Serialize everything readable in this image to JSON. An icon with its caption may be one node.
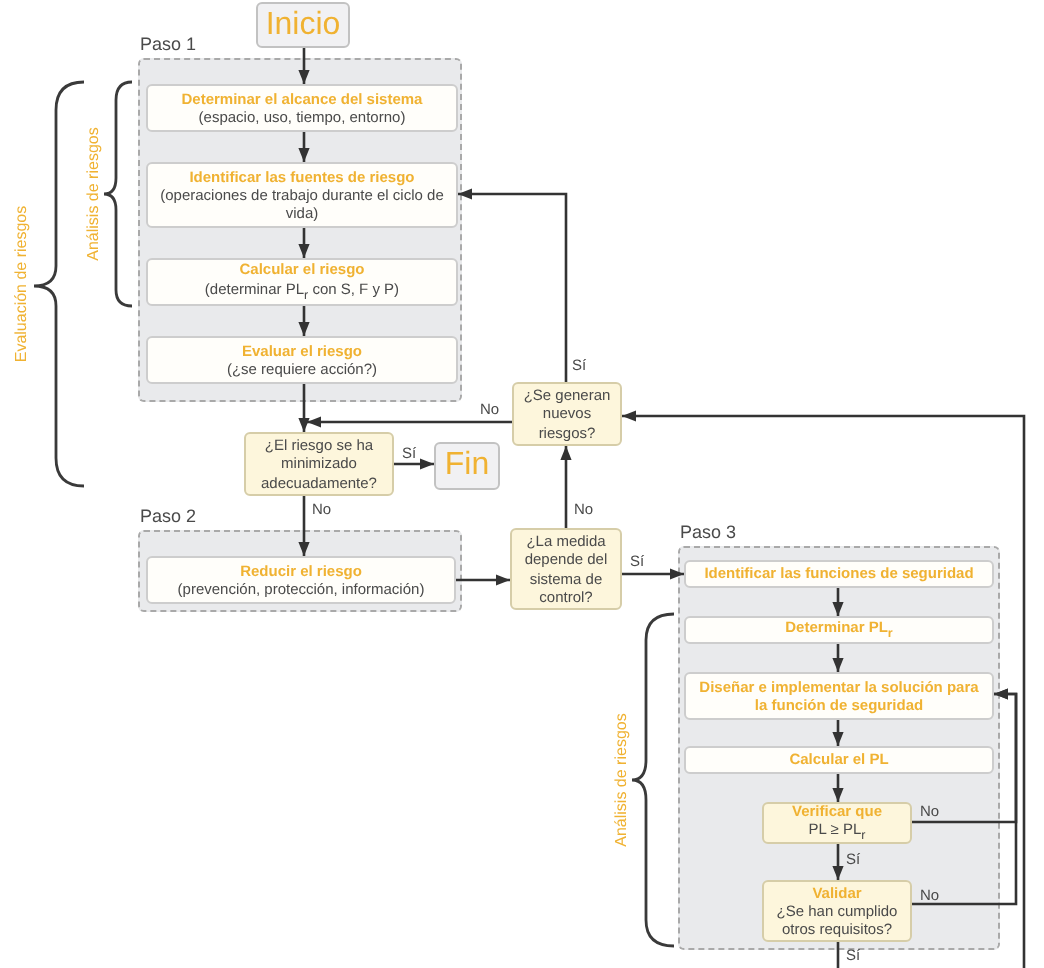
{
  "diagram": {
    "nodes": [
      {
        "text": [
          "Inicio"
        ]
      },
      {
        "text": [
          "Paso 1"
        ]
      },
      {
        "text": [
          "Determinar el alcance del sistema",
          "(espacio, uso, tiempo, entorno)"
        ],
        "in": 1
      },
      {
        "text": [
          "Identificar las fuentes de riesgo",
          "(operaciones de trabajo durante el ciclo de vida)"
        ],
        "in": 1
      },
      {
        "text": [
          "Calcular el riesgo",
          "(determinar PL$_{r}$ con S, F y P)"
        ],
        "in": 1
      },
      {
        "text": [
          "Evaluar el riesgo",
          "(¿se requiere acción?)"
        ],
        "in": 1
      },
      {
        "text": [
          "¿Se generan nuevos riesgos?"
        ]
      },
      {
        "text": [
          "¿El riesgo se ha minimizado adecuadamente?"
        ]
      },
      {
        "text": [
          "Fin"
        ]
      },
      {
        "text": [
          "Paso 2"
        ]
      },
      {
        "text": [
          "Reducir el riesgo",
          "(prevención, protección, información)"
        ],
        "in": 9
      },
      {
        "text": [
          "¿La medida depende del sistema de control?"
        ]
      },
      {
        "text": [
          "Paso 3"
        ]
      },
      {
        "text": [
          "Identificar las funciones de seguridad"
        ],
        "in": 12
      },
      {
        "text": [
          "Determinar PL$_{r}$"
        ],
        "in": 12
      },
      {
        "text": [
          "Diseñar e implementar la solución para la función de seguridad"
        ],
        "in": 12
      },
      {
        "text": [
          "Calcular el PL"
        ],
        "in": 12
      },
      {
        "text": [
          "Verificar que",
          "PL ≥ PL$_{r}$"
        ],
        "in": 12
      },
      {
        "text": [
          "Validar",
          "¿Se han cumplido otros requisitos?"
        ],
        "in": 12
      }
    ],
    "edges": [
      {
        "from": 0,
        "to": 2,
        "arrow": "to"
      },
      {
        "from": 2,
        "to": 3,
        "arrow": "to"
      },
      {
        "from": 3,
        "to": 4,
        "arrow": "to"
      },
      {
        "from": 4,
        "to": 5,
        "arrow": "to"
      },
      {
        "from": 5,
        "to": 7,
        "arrow": "to"
      },
      {
        "from": 6,
        "to": 7,
        "arrow": "to",
        "label": "No"
      },
      {
        "from": 6,
        "to": 3,
        "arrow": "to",
        "label": "Sí"
      },
      {
        "from": 7,
        "to": 8,
        "arrow": "to",
        "label": "Sí"
      },
      {
        "from": 7,
        "to": 10,
        "arrow": "to",
        "label": "No"
      },
      {
        "from": 10,
        "to": 11,
        "arrow": "to"
      },
      {
        "from": 11,
        "to": 6,
        "arrow": "to",
        "label": "No"
      },
      {
        "from": 11,
        "to": 13,
        "arrow": "to",
        "label": "Sí"
      },
      {
        "from": 13,
        "to": 14,
        "arrow": "to"
      },
      {
        "from": 14,
        "to": 15,
        "arrow": "to"
      },
      {
        "from": 15,
        "to": 16,
        "arrow": "to"
      },
      {
        "from": 16,
        "to": 17,
        "arrow": "to"
      },
      {
        "from": 17,
        "to": 15,
        "arrow": "to",
        "label": "No"
      },
      {
        "from": 17,
        "to": 18,
        "arrow": "to",
        "label": "Sí"
      },
      {
        "from": 18,
        "to": 15,
        "arrow": "to",
        "label": "No"
      },
      {
        "from": 18,
        "to": null,
        "arrow": "none",
        "label": "Sí"
      },
      {
        "from": null,
        "to": 6,
        "arrow": "to"
      }
    ],
    "labels": [
      "Evaluación de riesgos",
      "Análisis de riesgos",
      "Análisis de riesgos"
    ]
  }
}
